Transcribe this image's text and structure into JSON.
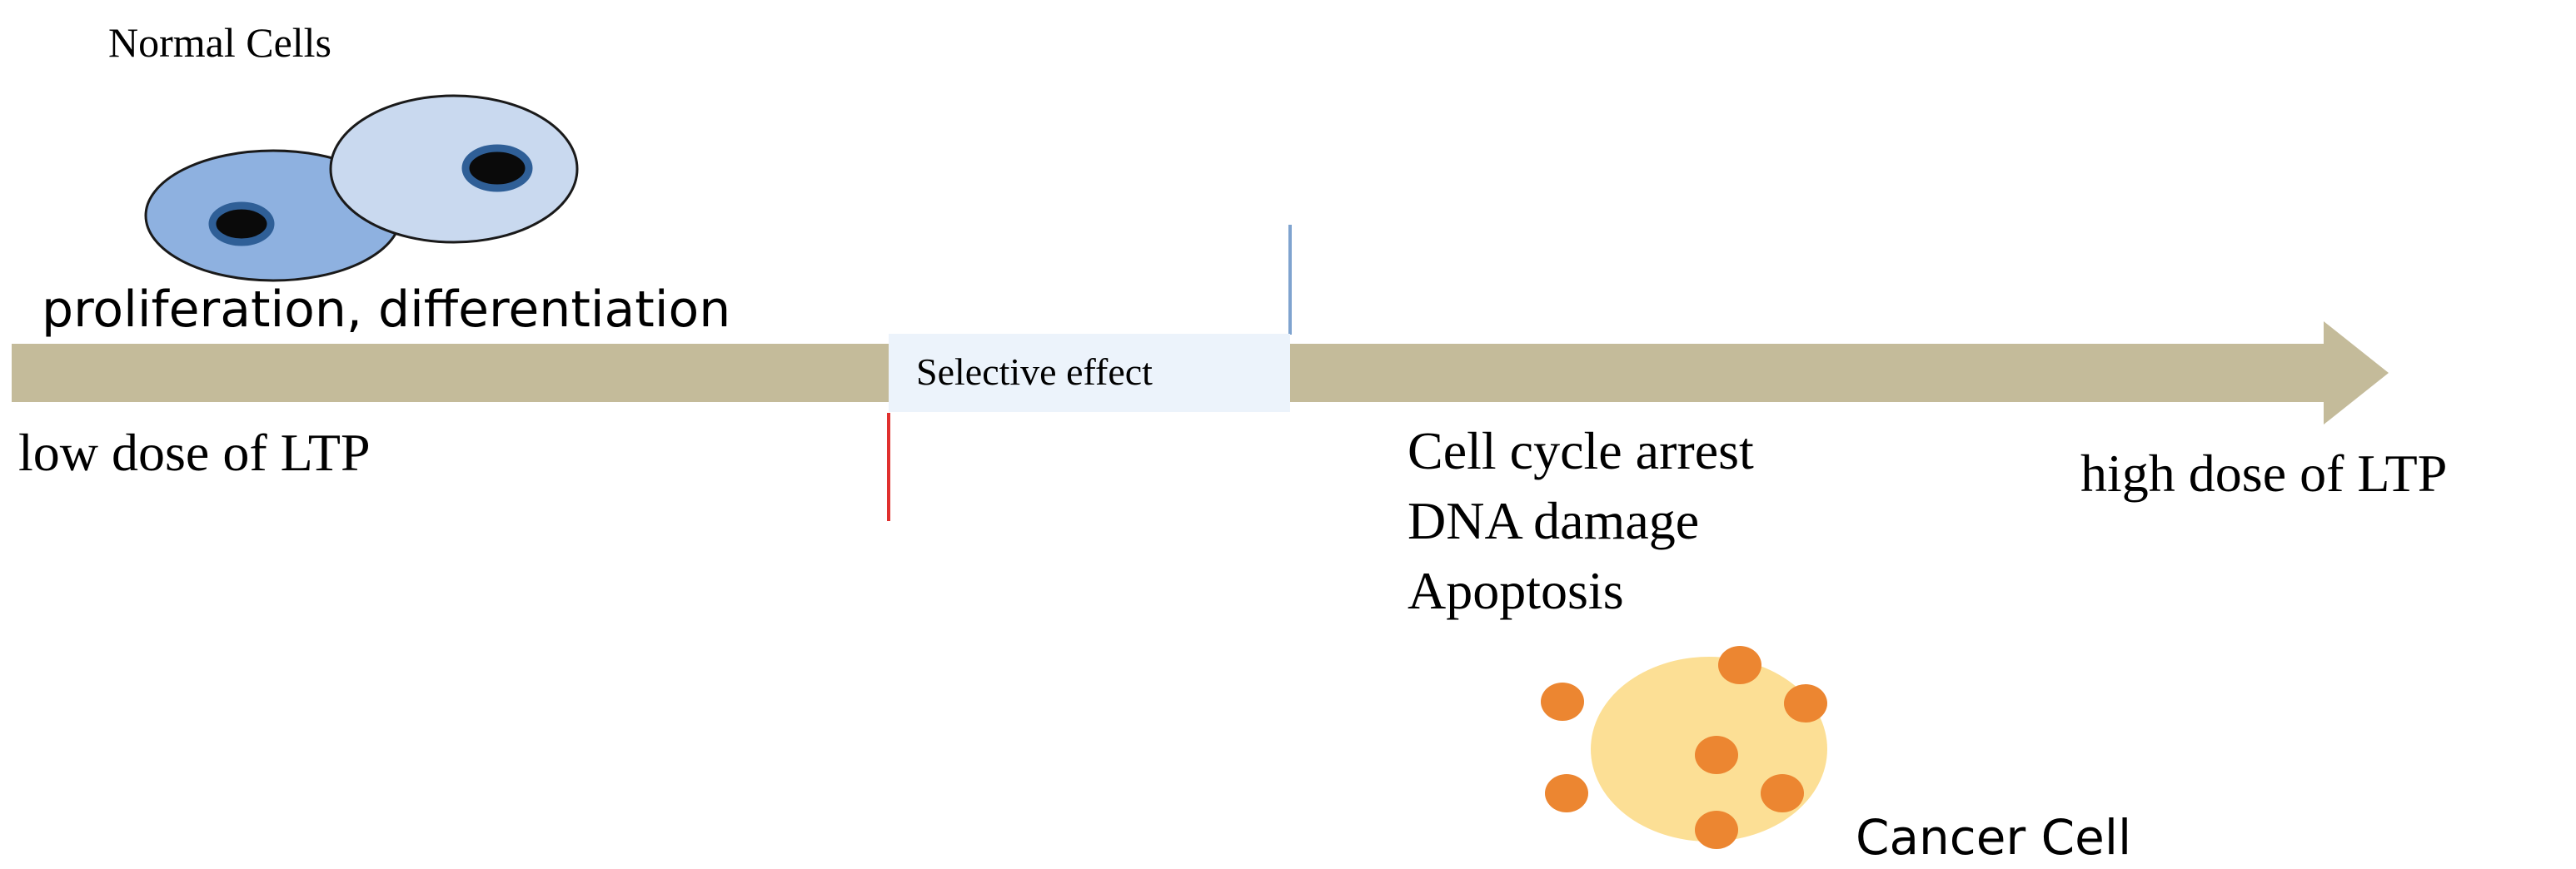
{
  "normal_cells": {
    "title": "Normal Cells",
    "effect": "proliferation, differentiation"
  },
  "axis": {
    "low_label": "low dose of LTP",
    "high_label": "high dose of LTP",
    "selective_label": "Selective effect"
  },
  "cancer_effects": {
    "line1": "Cell cycle arrest",
    "line2": "DNA damage",
    "line3": "Apoptosis"
  },
  "cancer_cell": {
    "label": "Cancer Cell"
  },
  "colors": {
    "arrow": "#c4bb9a",
    "cell_back_fill": "#8eb1e0",
    "cell_front_fill": "#c9d9ef",
    "cell_outline": "#1a1a1a",
    "nucleus_ring": "#2f5f97",
    "cancer_fill": "#fcdf95",
    "cancer_spot": "#ec8631",
    "selective_box": "#ecf3fb",
    "red_marker": "#e0302e",
    "blue_marker": "#7fa3cf"
  }
}
